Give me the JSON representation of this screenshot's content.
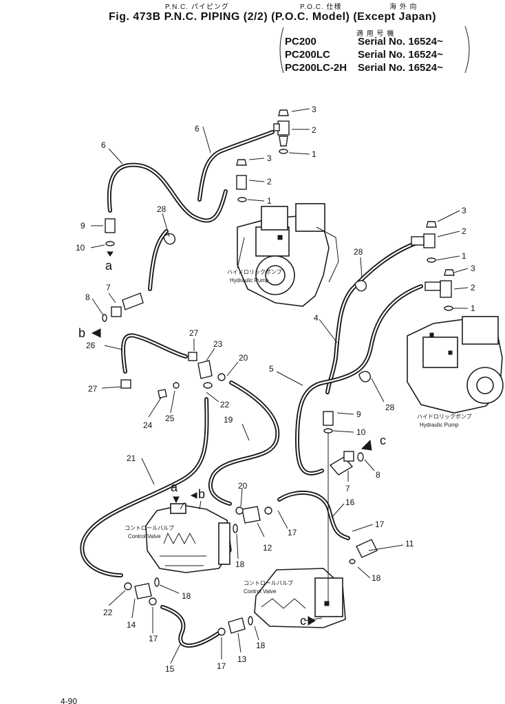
{
  "header": {
    "jp_left": "P.N.C. パイピング",
    "jp_mid": "P.O.C. 仕様",
    "jp_right": "海 外 向",
    "title": "Fig. 473B   P.N.C. PIPING (2/2) (P.O.C. Model) (Except Japan)",
    "serial_heading": "適 用 号 機",
    "serials": [
      {
        "model": "PC200",
        "serial": "Serial No. 16524~"
      },
      {
        "model": "PC200LC",
        "serial": "Serial No. 16524~"
      },
      {
        "model": "PC200LC-2H",
        "serial": "Serial No. 16524~"
      }
    ],
    "page_number": "4-90"
  },
  "labels": {
    "pump_jp": "ハイドロリックポンプ",
    "pump_en": "Hydraulic Pump",
    "valve_jp": "コントロールバルブ",
    "valve_en": "Control Valve"
  },
  "callouts": {
    "a": "a",
    "b": "b",
    "c": "c",
    "n1": "1",
    "n2": "2",
    "n3": "3",
    "n4": "4",
    "n5": "5",
    "n6": "6",
    "n7": "7",
    "n8": "8",
    "n9": "9",
    "n10": "10",
    "n11": "11",
    "n12": "12",
    "n13": "13",
    "n14": "14",
    "n15": "15",
    "n16": "16",
    "n17": "17",
    "n18": "18",
    "n19": "19",
    "n20": "20",
    "n21": "21",
    "n22": "22",
    "n23": "23",
    "n24": "24",
    "n25": "25",
    "n26": "26",
    "n27": "27",
    "n28": "28"
  },
  "colors": {
    "ink": "#1a1a1a",
    "paper": "#ffffff"
  }
}
